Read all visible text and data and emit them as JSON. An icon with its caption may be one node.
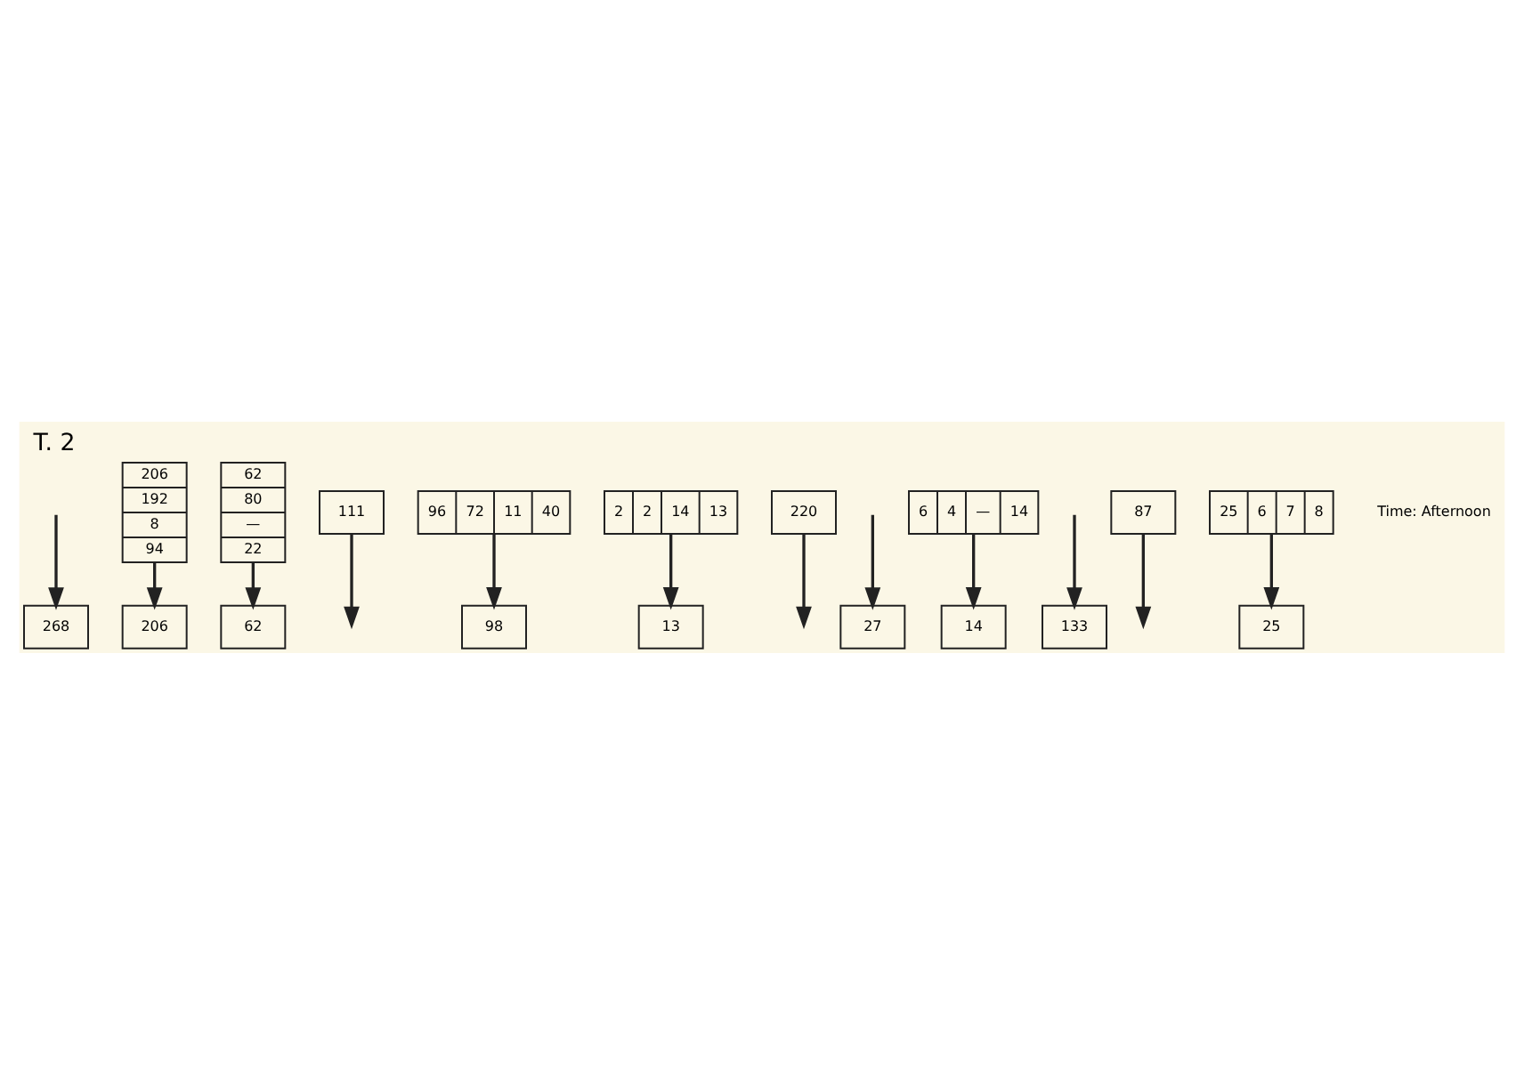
{
  "diagram": {
    "title": "T. 2",
    "nodes": [
      {
        "text": [
          "268"
        ]
      },
      {
        "text": [
          "206",
          "192",
          "8",
          "94"
        ]
      },
      {
        "text": [
          "62",
          "80",
          "—",
          "22"
        ]
      },
      {
        "text": [
          "111"
        ]
      },
      {
        "text": [
          "98"
        ]
      },
      {
        "text": [
          "13"
        ]
      },
      {
        "text": [
          "2",
          "2",
          "14",
          "13"
        ]
      },
      {
        "text": [
          "206"
        ]
      },
      {
        "text": [
          "220"
        ]
      },
      {
        "text": [
          "27"
        ]
      },
      {
        "text": [
          "14"
        ]
      },
      {
        "text": [
          "6",
          "4",
          "—",
          "14"
        ]
      },
      {
        "text": [
          "96",
          "72",
          "11",
          "40"
        ]
      },
      {
        "text": [
          "62"
        ]
      },
      {
        "text": [
          "133"
        ]
      },
      {
        "text": [
          "87"
        ]
      },
      {
        "text": [
          "25",
          "6",
          "7",
          "8"
        ]
      },
      {
        "text": [
          "25"
        ]
      }
    ],
    "edges": [
      {
        "from": null,
        "to": 0,
        "arrow": "to"
      },
      {
        "from": 3,
        "to": null,
        "arrow": "to"
      },
      {
        "from": 1,
        "to": 7,
        "arrow": "to"
      },
      {
        "from": 2,
        "to": 13,
        "arrow": "to"
      },
      {
        "from": 6,
        "to": 5,
        "arrow": "to"
      },
      {
        "from": 11,
        "to": 10,
        "arrow": "to"
      },
      {
        "from": 12,
        "to": 4,
        "arrow": "to"
      },
      {
        "from": 16,
        "to": 17,
        "arrow": "to"
      },
      {
        "from": 8,
        "to": null,
        "arrow": "to"
      },
      {
        "from": null,
        "to": 9,
        "arrow": "to"
      },
      {
        "from": null,
        "to": 14,
        "arrow": "to"
      },
      {
        "from": 15,
        "to": null,
        "arrow": "to"
      }
    ],
    "labels": [
      "Time: Afternoon"
    ]
  }
}
